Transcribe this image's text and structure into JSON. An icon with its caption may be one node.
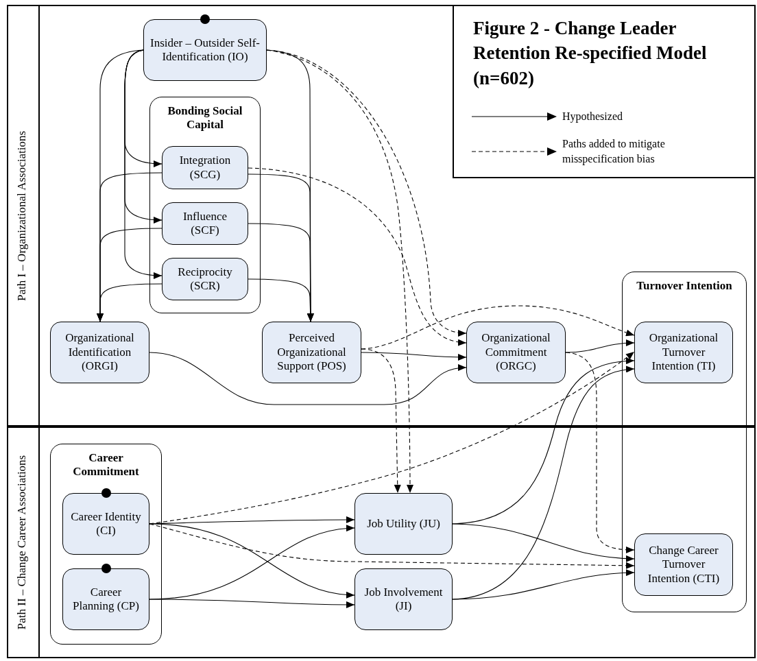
{
  "diagram": {
    "title": "Figure 2 - Change Leader Retention Re-specified Model (n=602)",
    "nodes": [
      {
        "text": [
          "Path I – Organizational Associations"
        ]
      },
      {
        "text": [
          "Insider – Outsider Self-Identification (IO)"
        ],
        "in": 0
      },
      {
        "text": [
          "Bonding Social Capital"
        ],
        "in": 0
      },
      {
        "text": [
          "Integration (SCG)"
        ],
        "in": 2
      },
      {
        "text": [
          "Influence (SCF)"
        ],
        "in": 2
      },
      {
        "text": [
          "Reciprocity (SCR)"
        ],
        "in": 2
      },
      {
        "text": [
          "Organizational Identification (ORGI)"
        ],
        "in": 0
      },
      {
        "text": [
          "Perceived Organizational Support (POS)"
        ],
        "in": 0
      },
      {
        "text": [
          "Organizational Commitment (ORGC)"
        ],
        "in": 0
      },
      {
        "text": [
          "Turnover Intention"
        ]
      },
      {
        "text": [
          "Organizational Turnover Intention (TI)"
        ],
        "in": 9
      },
      {
        "text": [
          "Path II – Change Career Associations"
        ]
      },
      {
        "text": [
          "Career Commitment"
        ],
        "in": 11
      },
      {
        "text": [
          "Career Identity (CI)"
        ],
        "in": 12
      },
      {
        "text": [
          "Career Planning (CP)"
        ],
        "in": 12
      },
      {
        "text": [
          "Job Utility (JU)"
        ],
        "in": 11
      },
      {
        "text": [
          "Job Involvement (JI)"
        ],
        "in": 11
      },
      {
        "text": [
          "Change Career Turnover Intention (CTI)"
        ],
        "in": 9
      }
    ],
    "edges": [
      {
        "from": 1,
        "to": 6,
        "arrow": "to"
      },
      {
        "from": 1,
        "to": 3,
        "arrow": "to"
      },
      {
        "from": 1,
        "to": 4,
        "arrow": "to"
      },
      {
        "from": 1,
        "to": 5,
        "arrow": "to"
      },
      {
        "from": 1,
        "to": 7,
        "arrow": "to"
      },
      {
        "from": 3,
        "to": 6,
        "arrow": "to"
      },
      {
        "from": 4,
        "to": 6,
        "arrow": "to"
      },
      {
        "from": 5,
        "to": 6,
        "arrow": "to"
      },
      {
        "from": 3,
        "to": 7,
        "arrow": "to"
      },
      {
        "from": 4,
        "to": 7,
        "arrow": "to"
      },
      {
        "from": 5,
        "to": 7,
        "arrow": "to"
      },
      {
        "from": 1,
        "to": 8,
        "arrow": "to",
        "style": "dashed"
      },
      {
        "from": 1,
        "to": 15,
        "arrow": "to",
        "style": "dashed"
      },
      {
        "from": 3,
        "to": 8,
        "arrow": "to",
        "style": "dashed"
      },
      {
        "from": 6,
        "to": 8,
        "arrow": "to"
      },
      {
        "from": 7,
        "to": 8,
        "arrow": "to"
      },
      {
        "from": 7,
        "to": 15,
        "arrow": "to",
        "style": "dashed"
      },
      {
        "from": 7,
        "to": 10,
        "arrow": "to",
        "style": "dashed"
      },
      {
        "from": 8,
        "to": 10,
        "arrow": "to"
      },
      {
        "from": 8,
        "to": 17,
        "arrow": "to",
        "style": "dashed"
      },
      {
        "from": 13,
        "to": 15,
        "arrow": "to"
      },
      {
        "from": 13,
        "to": 16,
        "arrow": "to"
      },
      {
        "from": 13,
        "to": 10,
        "arrow": "to",
        "style": "dashed"
      },
      {
        "from": 13,
        "to": 17,
        "arrow": "to",
        "style": "dashed"
      },
      {
        "from": 14,
        "to": 15,
        "arrow": "to"
      },
      {
        "from": 14,
        "to": 16,
        "arrow": "to"
      },
      {
        "from": 15,
        "to": 10,
        "arrow": "to"
      },
      {
        "from": 15,
        "to": 17,
        "arrow": "to"
      },
      {
        "from": 16,
        "to": 10,
        "arrow": "to"
      },
      {
        "from": 16,
        "to": 17,
        "arrow": "to"
      }
    ],
    "legend": [
      {
        "text": "Hypothesized"
      },
      {
        "text": "Paths added to mitigate misspecification bias"
      }
    ]
  }
}
